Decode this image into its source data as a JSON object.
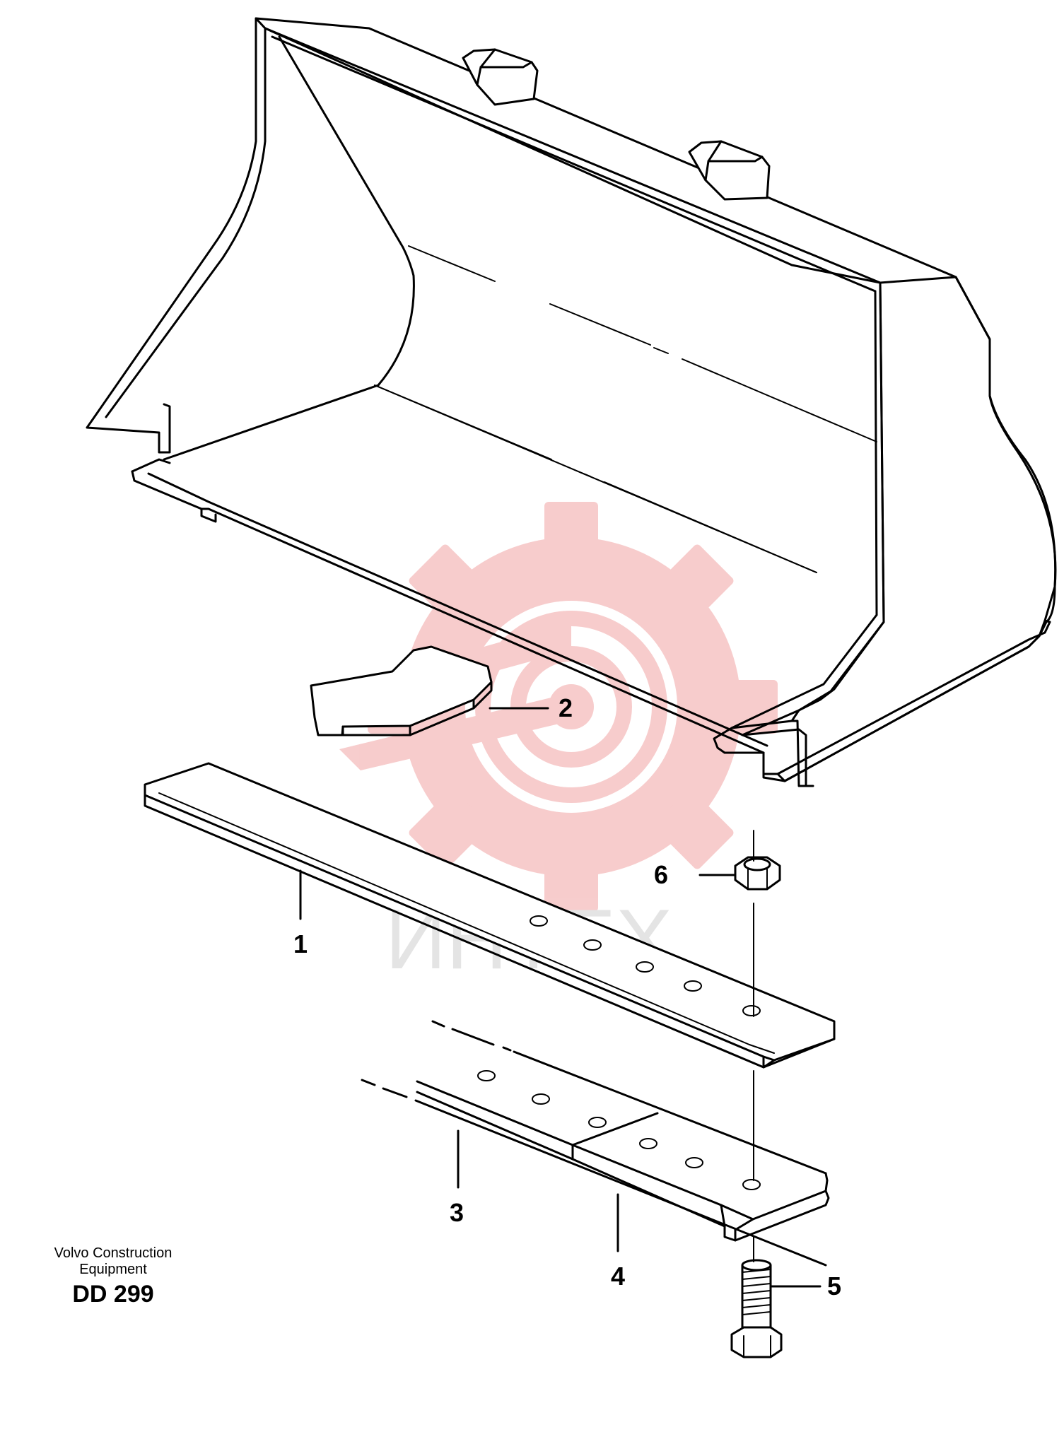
{
  "callouts": [
    {
      "id": "1",
      "label": "1"
    },
    {
      "id": "2",
      "label": "2"
    },
    {
      "id": "3",
      "label": "3"
    },
    {
      "id": "4",
      "label": "4"
    },
    {
      "id": "5",
      "label": "5"
    },
    {
      "id": "6",
      "label": "6"
    }
  ],
  "footer": {
    "manufacturer_line1": "Volvo Construction",
    "manufacturer_line2": "Equipment",
    "drawing_code": "DD 299"
  },
  "watermark": {
    "text": "ИНТЕХ",
    "gear_color": "#f4b8b8",
    "text_color": "#e6e6e6",
    "icon": "gear-logo-icon"
  }
}
